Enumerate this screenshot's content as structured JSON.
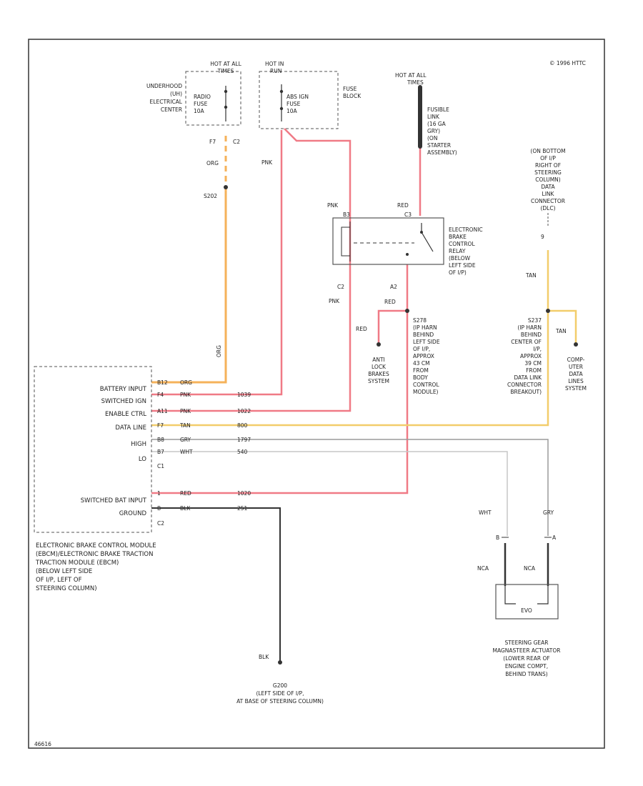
{
  "copyright": "© 1996 HTTC",
  "figure_id": "46616",
  "underhood_center": {
    "label_lines": [
      "UNDERHOOD",
      "(UH)",
      "ELECTRICAL",
      "CENTER"
    ],
    "hot_label": [
      "HOT AT ALL",
      "TIMES"
    ],
    "fuse_lines": [
      "RADIO",
      "FUSE",
      "10A"
    ],
    "pins": [
      "F7",
      "C2"
    ]
  },
  "fuse_block": {
    "label_lines": [
      "FUSE",
      "BLOCK"
    ],
    "hot_label": [
      "HOT IN",
      "RUN"
    ],
    "fuse_lines": [
      "ABS IGN",
      "FUSE",
      "10A"
    ]
  },
  "fusible_link": {
    "hot_label": [
      "HOT AT ALL",
      "TIMES"
    ],
    "label_lines": [
      "FUSIBLE",
      "LINK",
      "(16 GA",
      "GRY)",
      "(ON",
      "STARTER",
      "ASSEMBLY)"
    ]
  },
  "relay": {
    "label_lines": [
      "ELECTRONIC",
      "BRAKE",
      "CONTROL",
      "RELAY",
      "(BELOW",
      "LEFT SIDE",
      "OF I/P)"
    ],
    "pins": [
      "B3",
      "C3",
      "C2",
      "A2"
    ]
  },
  "dlc": {
    "label_lines": [
      "(ON BOTTOM",
      "OF I/P",
      "RIGHT OF",
      "STEERING",
      "COLUMN)",
      "DATA",
      "LINK",
      "CONNECTOR",
      "(DLC)"
    ],
    "pin": "9"
  },
  "splice_s278": {
    "label_lines": [
      "S278",
      "(IP HARN",
      "BEHIND",
      "LEFT SIDE",
      "OF I/P,",
      "APPROX",
      "43 CM",
      "FROM",
      "BODY",
      "CONTROL",
      "MODULE)"
    ]
  },
  "splice_s237": {
    "label_lines": [
      "S237",
      "(IP HARN",
      "BEHIND",
      "CENTER OF",
      "I/P,",
      "APPROX",
      "39 CM",
      "FROM",
      "DATA LINK",
      "CONNECTOR",
      "BREAKOUT)"
    ]
  },
  "abs_system": [
    "ANTI",
    "LOCK",
    "BRAKES",
    "SYSTEM"
  ],
  "computer_data": [
    "COMP-",
    "UTER",
    "DATA",
    "LINES",
    "SYSTEM"
  ],
  "splice_s202": "S202",
  "wire_labels": {
    "org_top": "ORG",
    "pnk_left": "PNK",
    "pnk_relay": "PNK",
    "red_link": "RED",
    "red_splice": "RED",
    "red_abs": "RED",
    "pnk_down": "PNK",
    "c2": "C2",
    "a2": "A2",
    "tan_dlc": "TAN",
    "tan_right": "TAN",
    "org_vert": "ORG",
    "wht": "WHT",
    "gry": "GRY",
    "nca_left": "NCA",
    "nca_right": "NCA",
    "blk": "BLK"
  },
  "module": {
    "rows": [
      {
        "label": "BATTERY INPUT",
        "pin": "B12",
        "color": "ORG",
        "circuit": ""
      },
      {
        "label": "SWITCHED IGN",
        "pin": "F4",
        "color": "PNK",
        "circuit": "1039"
      },
      {
        "label": "ENABLE CTRL",
        "pin": "A11",
        "color": "PNK",
        "circuit": "1022"
      },
      {
        "label": "DATA LINE",
        "pin": "F7",
        "color": "TAN",
        "circuit": "800"
      },
      {
        "label": "HIGH",
        "pin": "B8",
        "color": "GRY",
        "circuit": "1797"
      },
      {
        "label": "LO",
        "pin": "B7",
        "color": "WHT",
        "circuit": "540"
      },
      {
        "label": "SWITCHED BAT INPUT",
        "pin": "1",
        "color": "RED",
        "circuit": "1020"
      },
      {
        "label": "GROUND",
        "pin": "B",
        "color": "BLK",
        "circuit": "251"
      }
    ],
    "c1": "C1",
    "c2": "C2",
    "caption_lines": [
      "ELECTRONIC BRAKE CONTROL MODULE",
      "(EBCM)/ELECTRONIC BRAKE TRACTION",
      "TRACTION MODULE (EBCM)",
      "(BELOW LEFT SIDE",
      "OF I/P, LEFT OF",
      "STEERING COLUMN)"
    ]
  },
  "actuator": {
    "pins": [
      "B",
      "A"
    ],
    "inner": "EVO",
    "caption_lines": [
      "STEERING GEAR",
      "MAGNASTEER ACTUATOR",
      "(LOWER REAR OF",
      "ENGINE COMPT,",
      "BEHIND TRANS)"
    ]
  },
  "ground": {
    "caption_lines": [
      "G200",
      "(LEFT SIDE OF I/P,",
      "AT BASE OF STEERING COLUMN)"
    ]
  },
  "colors": {
    "orange": "#f5b25a",
    "pink": "#f07a86",
    "tan": "#f2cd6b",
    "gray": "#9a9a9a",
    "white_wire": "#c7c7c7",
    "black": "#333333"
  }
}
